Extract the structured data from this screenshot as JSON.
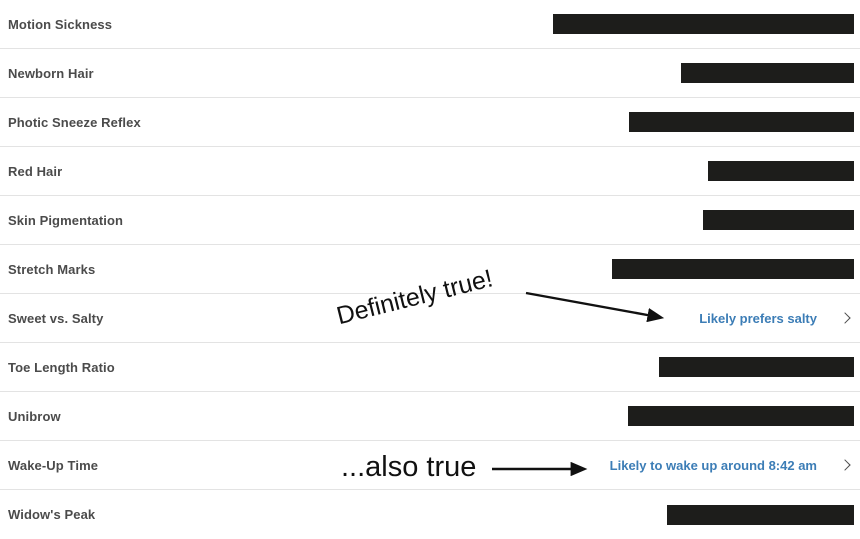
{
  "report": {
    "rows": [
      {
        "label": "Motion Sickness",
        "type": "redacted",
        "redaction_width": 301
      },
      {
        "label": "Newborn Hair",
        "type": "redacted",
        "redaction_width": 173
      },
      {
        "label": "Photic Sneeze Reflex",
        "type": "redacted",
        "redaction_width": 225
      },
      {
        "label": "Red Hair",
        "type": "redacted",
        "redaction_width": 146
      },
      {
        "label": "Skin Pigmentation",
        "type": "redacted",
        "redaction_width": 151
      },
      {
        "label": "Stretch Marks",
        "type": "redacted",
        "redaction_width": 242
      },
      {
        "label": "Sweet vs. Salty",
        "type": "result",
        "result": "Likely prefers salty"
      },
      {
        "label": "Toe Length Ratio",
        "type": "redacted",
        "redaction_width": 195
      },
      {
        "label": "Unibrow",
        "type": "redacted",
        "redaction_width": 226
      },
      {
        "label": "Wake-Up Time",
        "type": "result",
        "result": "Likely to wake up around 8:42 am"
      },
      {
        "label": "Widow's Peak",
        "type": "redacted",
        "redaction_width": 187
      }
    ]
  },
  "annotations": {
    "definitely_true": "Definitely true!",
    "also_true": "...also true"
  },
  "colors": {
    "label_gray": "#4b4b4b",
    "link_blue": "#3c7db6",
    "redaction_black": "#1d1d1b",
    "divider": "#e3e3e3",
    "annotation_black": "#111111"
  }
}
